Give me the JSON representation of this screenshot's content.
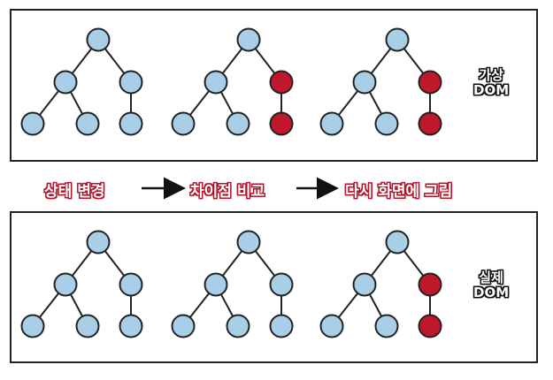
{
  "colors": {
    "node_default": "#a9cfe8",
    "node_changed": "#c0182a",
    "stroke": "#222222",
    "step_text": "#c0182a"
  },
  "virtual_dom": {
    "label_line1": "가상",
    "label_line2": "DOM",
    "trees": [
      {
        "changed": []
      },
      {
        "changed": [
          "R",
          "RL"
        ]
      },
      {
        "changed": [
          "R",
          "RL"
        ]
      }
    ]
  },
  "real_dom": {
    "label_line1": "실제",
    "label_line2": "DOM",
    "trees": [
      {
        "changed": []
      },
      {
        "changed": []
      },
      {
        "changed": [
          "R",
          "RL"
        ]
      }
    ]
  },
  "steps": [
    {
      "label": "상태 변경"
    },
    {
      "label": "차이점 비교"
    },
    {
      "label": "다시 화면에 그림"
    }
  ]
}
